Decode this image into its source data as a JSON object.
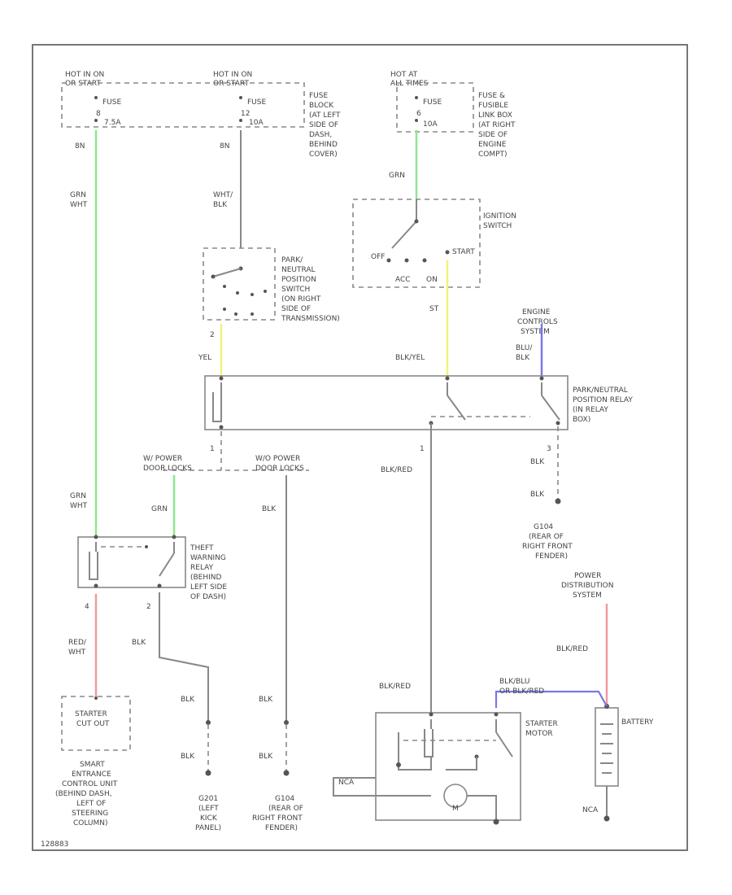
{
  "power": {
    "hot_run_start_1": [
      "HOT IN ON",
      "OR START"
    ],
    "fuse_1": [
      "FUSE",
      "8",
      "7.5A"
    ],
    "hot_run_start_2": [
      "HOT IN ON",
      "OR START"
    ],
    "fuse_2": [
      "FUSE",
      "12",
      "10A"
    ],
    "fuse_block": [
      "FUSE",
      "BLOCK",
      "(AT LEFT",
      "SIDE OF",
      "DASH,",
      "BEHIND",
      "COVER)"
    ],
    "hot_all_times": [
      "HOT AT",
      "ALL TIMES"
    ],
    "fuse_3": [
      "FUSE",
      "6",
      "10A"
    ],
    "fusible_box": [
      "FUSE &",
      "FUSIBLE",
      "LINK BOX",
      "(AT RIGHT",
      "SIDE OF",
      "ENGINE",
      "COMPT)"
    ]
  },
  "wires": {
    "w1_pin": "8N",
    "w1_color": [
      "GRN",
      "WHT"
    ],
    "w2_pin": "8N",
    "w2_color": [
      "WHT/",
      "BLK"
    ],
    "w3_color": "GRN",
    "yel": "YEL",
    "yel_pin": "2",
    "st": "ST",
    "blk_yel": "BLK/YEL",
    "blu_blk": [
      "BLU/",
      "BLK"
    ],
    "grn_wht_2": [
      "GRN",
      "WHT"
    ],
    "grn": "GRN",
    "red_wht": [
      "RED/",
      "WHT"
    ],
    "blk_1": "BLK",
    "blk_2": "BLK",
    "blk_3": "BLK",
    "blk_4": "BLK",
    "blk_5": "BLK",
    "blk_6": "BLK",
    "blk_7": "BLK",
    "blk_red_1": "BLK/RED",
    "blk_red_2": "BLK/RED",
    "blk_red_3": "BLK/RED",
    "blk_blu": [
      "BLK/BLU",
      "OR BLK/RED"
    ],
    "pin_1a": "1",
    "pin_1b": "1",
    "pin_3": "3",
    "pin_2": "2",
    "pin_4": "4",
    "nca_1": "NCA",
    "nca_2": "NCA"
  },
  "components": {
    "ignition_switch": [
      "IGNITION",
      "SWITCH"
    ],
    "ign_off": "OFF",
    "ign_start": "START",
    "ign_acc": "ACC",
    "ign_on": "ON",
    "pnp_switch": [
      "PARK/",
      "NEUTRAL",
      "POSITION",
      "SWITCH",
      "(ON RIGHT",
      "SIDE OF",
      "TRANSMISSION)"
    ],
    "engine_controls": [
      "ENGINE",
      "CONTROLS",
      "SYSTEM"
    ],
    "pnp_relay": [
      "PARK/NEUTRAL",
      "POSITION RELAY",
      "(IN RELAY",
      "BOX)"
    ],
    "w_power": [
      "W/ POWER",
      "DOOR LOCKS"
    ],
    "wo_power": [
      "W/O POWER",
      "DOOR LOCKS"
    ],
    "theft_relay": [
      "THEFT",
      "WARNING",
      "RELAY",
      "(BEHIND",
      "LEFT SIDE",
      "OF DASH)"
    ],
    "g104": [
      "G104",
      "(REAR OF",
      "RIGHT FRONT",
      "FENDER)"
    ],
    "power_dist": [
      "POWER",
      "DISTRIBUTION",
      "SYSTEM"
    ],
    "starter_cutout": [
      "STARTER",
      "CUT OUT"
    ],
    "smart_unit": [
      "SMART",
      "ENTRANCE",
      "CONTROL UNIT",
      "(BEHIND DASH,",
      "LEFT OF",
      "STEERING",
      "COLUMN)"
    ],
    "g201": [
      "G201",
      "(LEFT",
      "KICK",
      "PANEL)"
    ],
    "g104b": [
      "G104",
      "(REAR OF",
      "RIGHT FRONT",
      "FENDER)"
    ],
    "starter_motor": [
      "STARTER",
      "MOTOR"
    ],
    "battery": "BATTERY",
    "m": "M",
    "footer": "128883"
  },
  "colors": {
    "grn_wire": "#8ee88e",
    "yel_wire": "#f2f27a",
    "blu_wire": "#7878e6",
    "red_wire": "#f09a9a"
  }
}
